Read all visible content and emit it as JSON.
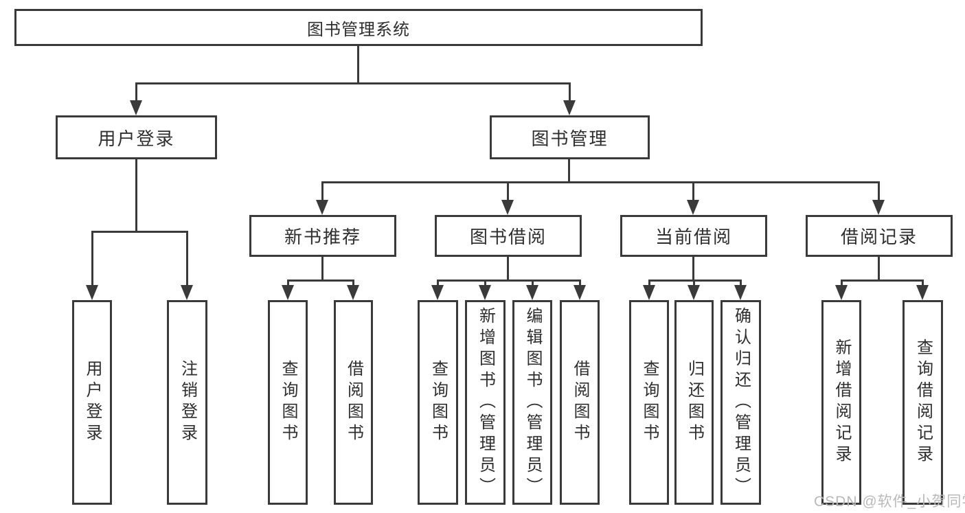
{
  "colors": {
    "line": "#3a3a3a",
    "text": "#2e2e2e",
    "watermark_gray": "#b9b9b9",
    "background": "#ffffff"
  },
  "nodes": {
    "root": {
      "label": "图书管理系统"
    },
    "level2": [
      {
        "id": "user-login",
        "label": "用户登录"
      },
      {
        "id": "book-management",
        "label": "图书管理"
      }
    ],
    "level3": [
      {
        "id": "new-book-recommend",
        "parent": "图书管理",
        "label": "新书推荐"
      },
      {
        "id": "book-borrowing",
        "parent": "图书管理",
        "label": "图书借阅"
      },
      {
        "id": "current-borrowing",
        "parent": "图书管理",
        "label": "当前借阅"
      },
      {
        "id": "borrowing-records",
        "parent": "图书管理",
        "label": "借阅记录"
      }
    ],
    "level4": [
      {
        "parent": "用户登录",
        "label": "用户登录"
      },
      {
        "parent": "用户登录",
        "label": "注销登录"
      },
      {
        "parent": "新书推荐",
        "label": "查询图书"
      },
      {
        "parent": "新书推荐",
        "label": "借阅图书"
      },
      {
        "parent": "图书借阅",
        "label": "查询图书"
      },
      {
        "parent": "图书借阅",
        "label": "新增图书（管理员）"
      },
      {
        "parent": "图书借阅",
        "label": "编辑图书（管理员）"
      },
      {
        "parent": "图书借阅",
        "label": "借阅图书"
      },
      {
        "parent": "当前借阅",
        "label": "查询图书"
      },
      {
        "parent": "当前借阅",
        "label": "归还图书"
      },
      {
        "parent": "当前借阅",
        "label": "确认归还（管理员）"
      },
      {
        "parent": "借阅记录",
        "label": "新增借阅记录"
      },
      {
        "parent": "借阅记录",
        "label": "查询借阅记录"
      }
    ]
  },
  "watermark": {
    "text": "CSDN @软件_小贺同学"
  }
}
